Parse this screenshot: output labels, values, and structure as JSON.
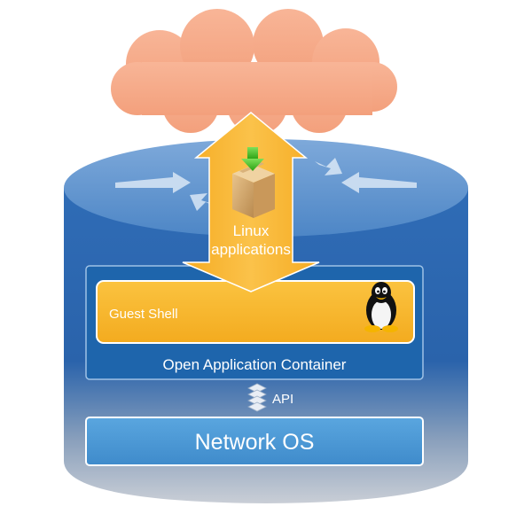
{
  "diagram": {
    "arrow": {
      "line1": "Linux",
      "line2": "applications"
    },
    "guest_shell": {
      "label": "Guest Shell"
    },
    "container": {
      "label": "Open Application Container"
    },
    "api": {
      "label": "API"
    },
    "network_os": {
      "label": "Network OS"
    },
    "colors": {
      "cloud": "#f7ad8a",
      "router_blue": "#2e6db8",
      "router_top": "#6f9ed3",
      "container_blue": "#1f66ad",
      "guest_shell": "#f8b832",
      "arrow": "#f8b832",
      "network_os": "#4f9bd6"
    },
    "icons": {
      "package": "package-icon",
      "download_arrow": "download-arrow-icon",
      "linux_penguin": "linux-penguin-icon",
      "api_stack": "api-stack-icon"
    }
  }
}
